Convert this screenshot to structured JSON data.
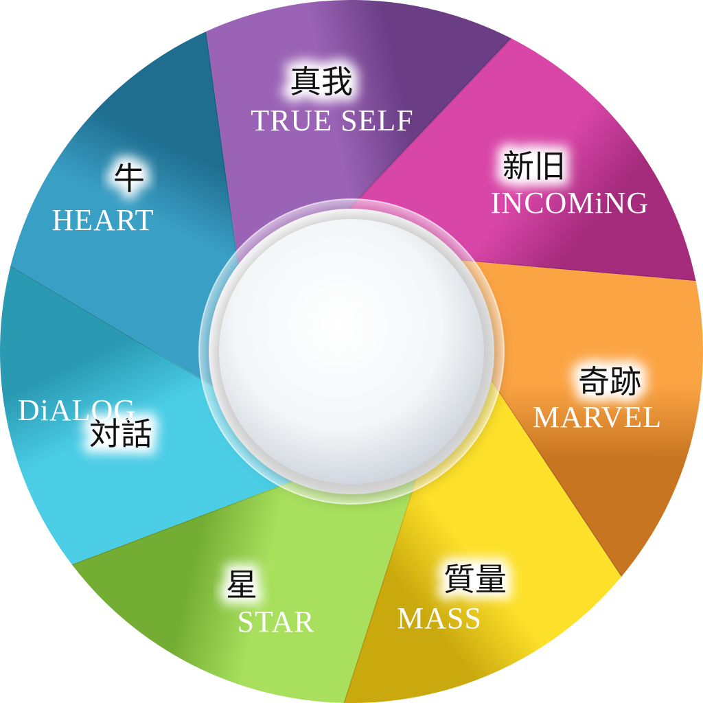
{
  "segments": [
    {
      "id": "true-self",
      "jp": "真我",
      "en": "TRUE SELF",
      "color": "#d846a7",
      "shade": "#a52c7d"
    },
    {
      "id": "incoming",
      "jp": "新旧",
      "en": "INCOMiNG",
      "color": "#fba444",
      "shade": "#c77521"
    },
    {
      "id": "marvel",
      "jp": "奇跡",
      "en": "MARVEL",
      "color": "#fde02a",
      "shade": "#c9a90d"
    },
    {
      "id": "mass",
      "jp": "質量",
      "en": "MASS",
      "color": "#a8e05e",
      "shade": "#74ad33"
    },
    {
      "id": "star",
      "jp": "星",
      "en": "STAR",
      "color": "#4bcde6",
      "shade": "#2a9ab3"
    },
    {
      "id": "dialog",
      "jp": "対話",
      "en": "DiALOG",
      "color": "#3a9fc5",
      "shade": "#1f6e8f"
    },
    {
      "id": "heart",
      "jp": "牛",
      "en": "HEART",
      "color": "#9a63b5",
      "shade": "#6a3d85"
    }
  ]
}
